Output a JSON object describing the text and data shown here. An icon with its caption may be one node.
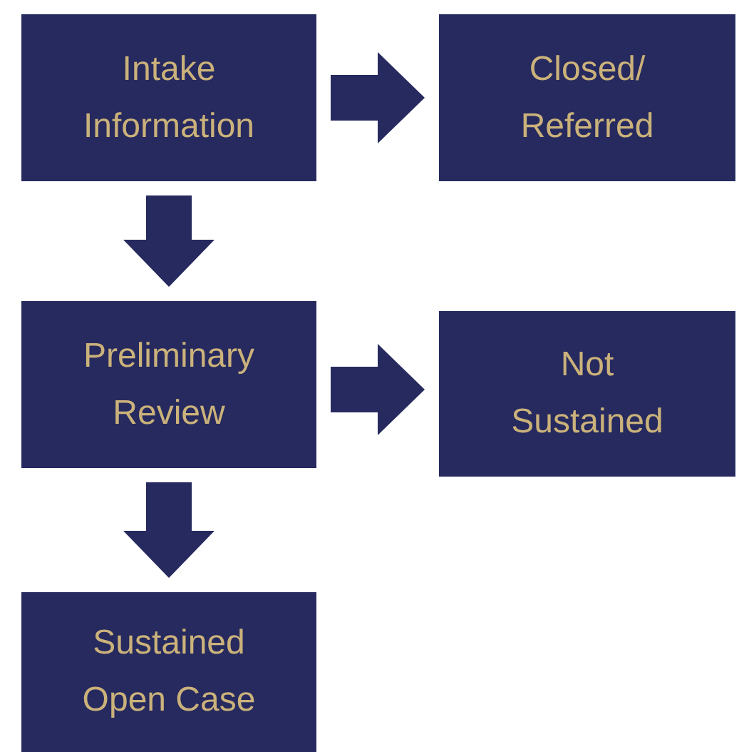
{
  "diagram": {
    "nodes": [
      {
        "text": [
          "Intake Information"
        ]
      },
      {
        "text": [
          "Closed/ Referred"
        ]
      },
      {
        "text": [
          "Preliminary Review"
        ]
      },
      {
        "text": [
          "Not Sustained"
        ]
      },
      {
        "text": [
          "Sustained Open Case"
        ]
      }
    ],
    "edges": [
      {
        "from": 0,
        "to": 1,
        "arrow": "to"
      },
      {
        "from": 0,
        "to": 2,
        "arrow": "to"
      },
      {
        "from": 2,
        "to": 3,
        "arrow": "to"
      },
      {
        "from": 2,
        "to": 4,
        "arrow": "to"
      }
    ]
  }
}
